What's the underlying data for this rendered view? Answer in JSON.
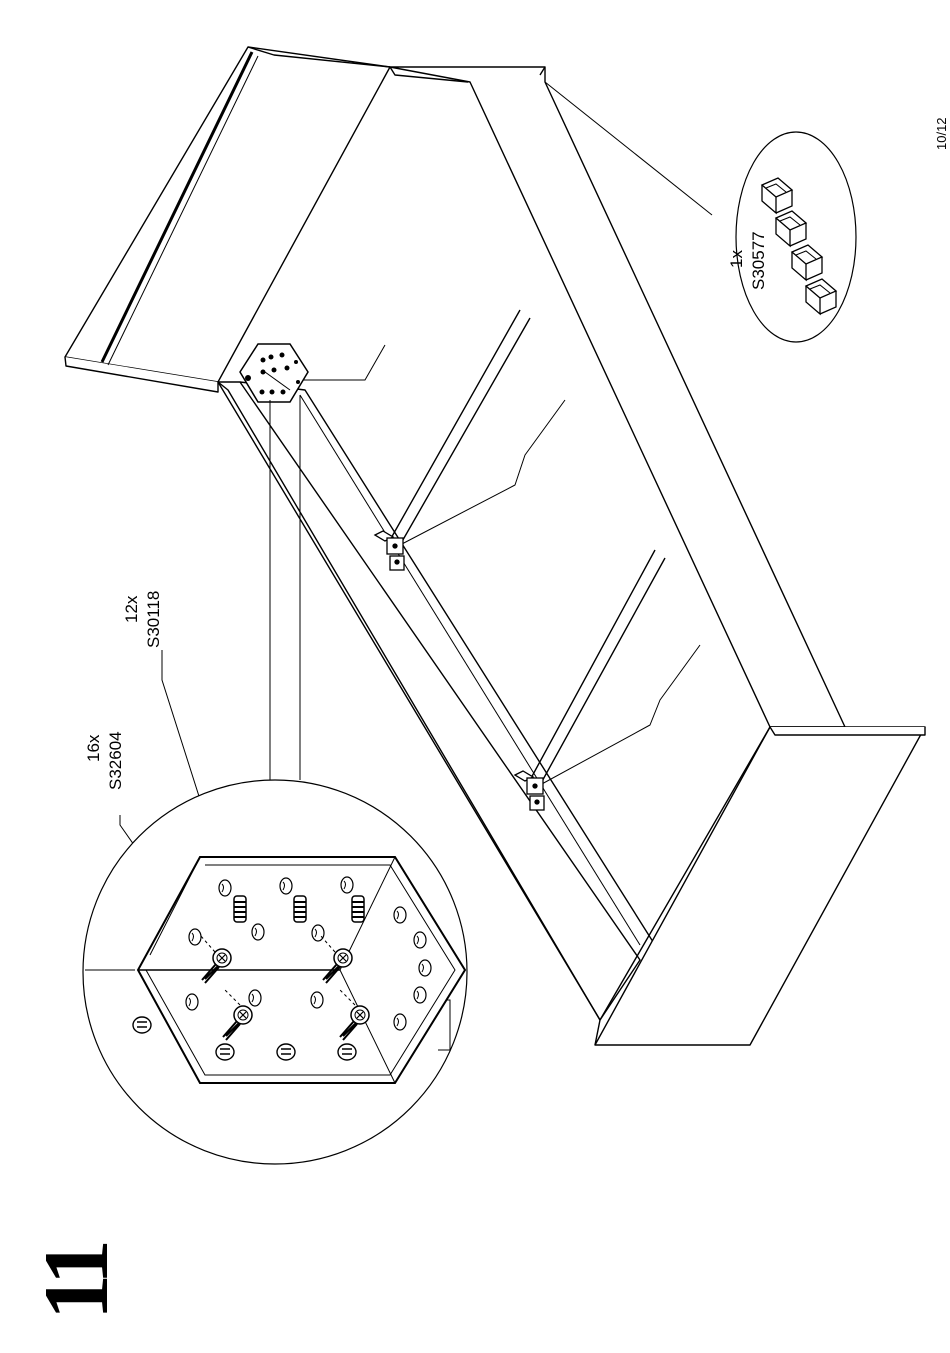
{
  "page": {
    "number": "10/12"
  },
  "step": {
    "number": "11"
  },
  "parts": [
    {
      "qty": "16x",
      "code": "S32604",
      "icon": "wood-screw-icon"
    },
    {
      "qty": "12x",
      "code": "S30118",
      "icon": "dowel-icon"
    },
    {
      "qty": "1x",
      "code": "S30577",
      "icon": "glide-pad-icon"
    }
  ]
}
